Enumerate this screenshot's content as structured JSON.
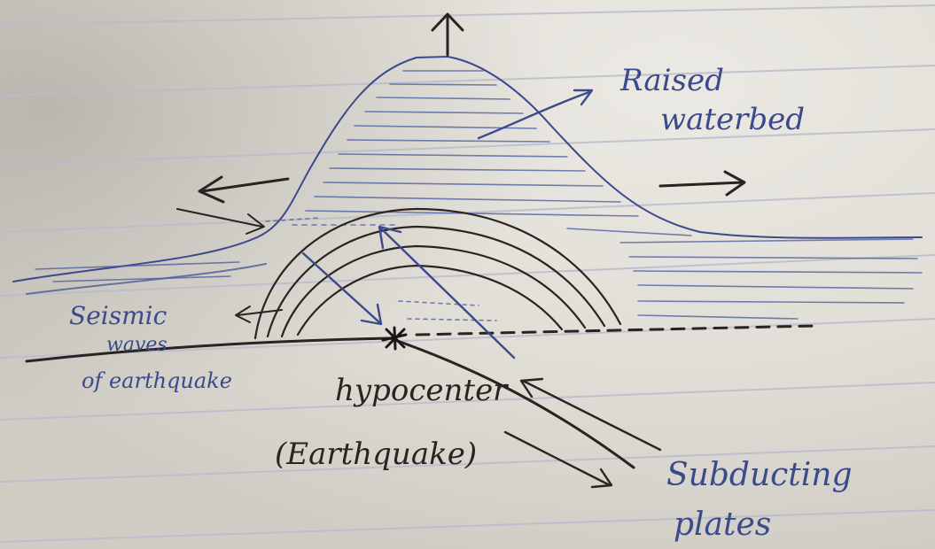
{
  "labels": {
    "raised_waterbed_line1": "Raised",
    "raised_waterbed_line2": "waterbed",
    "seismic_line1": "Seismic",
    "seismic_line2": "waves",
    "seismic_line3": "of earthquake",
    "hypocenter_line1": "hypocenter",
    "hypocenter_line2": "(Earthquake)",
    "subducting_line1": "Subducting",
    "subducting_line2": "plates"
  },
  "colors": {
    "paper": "#e6e3dc",
    "paper_shade": "#c9c6bf",
    "rule_line": "#b9bfcc",
    "blue_ink": "#3b4a8c",
    "black_ink": "#2a2320"
  }
}
